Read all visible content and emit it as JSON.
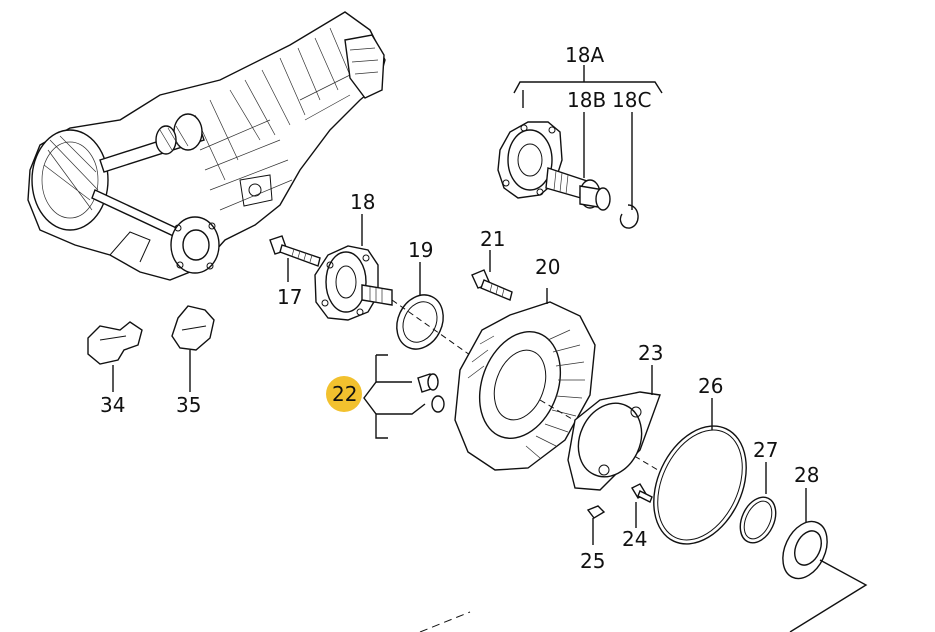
{
  "callouts": {
    "c18A": "18A",
    "c18B": "18B",
    "c18C": "18C",
    "c18": "18",
    "c17": "17",
    "c19": "19",
    "c21": "21",
    "c20": "20",
    "c22": "22",
    "c23": "23",
    "c26": "26",
    "c27": "27",
    "c28": "28",
    "c24": "24",
    "c25": "25",
    "c34": "34",
    "c35": "35"
  },
  "highlight": {
    "item": "22",
    "color": "#f2c12e"
  }
}
